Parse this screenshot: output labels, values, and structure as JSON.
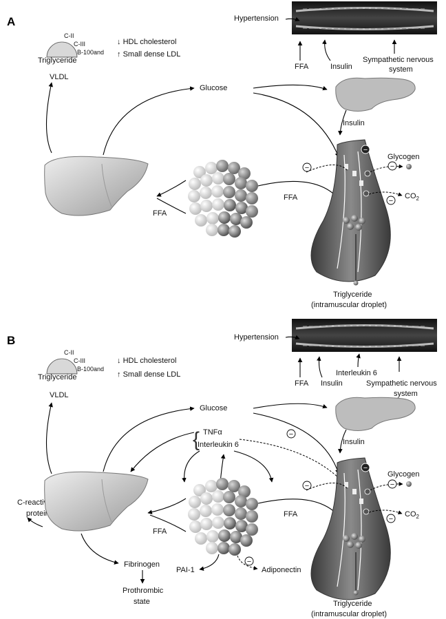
{
  "panels": {
    "A": {
      "letter": "A",
      "hypertension": "Hypertension",
      "ffa_top": "FFA",
      "insulin_top": "Insulin",
      "sympathetic_line1": "Sympathetic nervous",
      "sympathetic_line2": "system",
      "lipo_c2": "C-II",
      "lipo_c3": "C-III",
      "lipo_b100": "B-100and",
      "lipo_tg": "Triglyceride",
      "hdl": "HDL cholesterol",
      "ldl": "Small dense LDL",
      "vldl": "VLDL",
      "glucose": "Glucose",
      "insulin_pancreas": "Insulin",
      "ffa_left": "FFA",
      "ffa_mid": "FFA",
      "glycogen": "Glycogen",
      "co2": "CO",
      "co2_sub": "2",
      "tg_line1": "Triglyceride",
      "tg_line2": "(intramuscular droplet)"
    },
    "B": {
      "letter": "B",
      "hypertension": "Hypertension",
      "interleukin_top": "Interleukin 6",
      "ffa_top": "FFA",
      "insulin_top": "Insulin",
      "sympathetic_line1": "Sympathetic nervous",
      "sympathetic_line2": "system",
      "lipo_c2": "C-II",
      "lipo_c3": "C-III",
      "lipo_b100": "B-100and",
      "lipo_tg": "Triglyceride",
      "hdl": "HDL cholesterol",
      "ldl": "Small dense LDL",
      "vldl": "VLDL",
      "glucose": "Glucose",
      "tnf": "TNFα",
      "interleukin_mid": "Interleukin 6",
      "crp_line1": "C-reactive",
      "crp_line2": "protein",
      "insulin_pancreas": "Insulin",
      "ffa_left": "FFA",
      "ffa_mid": "FFA",
      "glycogen": "Glycogen",
      "co2": "CO",
      "co2_sub": "2",
      "fibrinogen": "Fibrinogen",
      "pai1": "PAI-1",
      "adiponectin": "Adiponectin",
      "prothrombic_line1": "Prothrombic",
      "prothrombic_line2": "state",
      "tg_line1": "Triglyceride",
      "tg_line2": "(intramuscular droplet)"
    }
  },
  "symbols": {
    "minus": "−"
  }
}
